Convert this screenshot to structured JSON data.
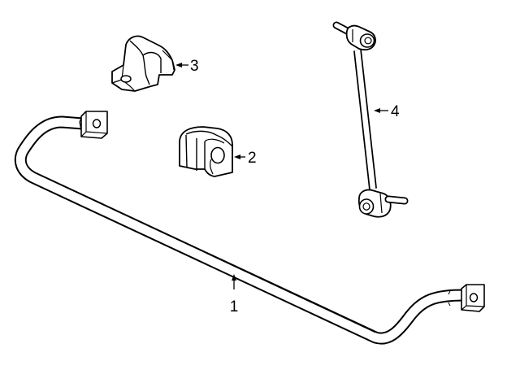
{
  "colors": {
    "line": "#000000",
    "fill": "#ffffff",
    "background": "#ffffff"
  },
  "callouts": [
    {
      "part": "stabilizer-bar",
      "number": "1"
    },
    {
      "part": "bushing",
      "number": "2"
    },
    {
      "part": "bracket",
      "number": "3"
    },
    {
      "part": "stabilizer-link",
      "number": "4"
    }
  ]
}
